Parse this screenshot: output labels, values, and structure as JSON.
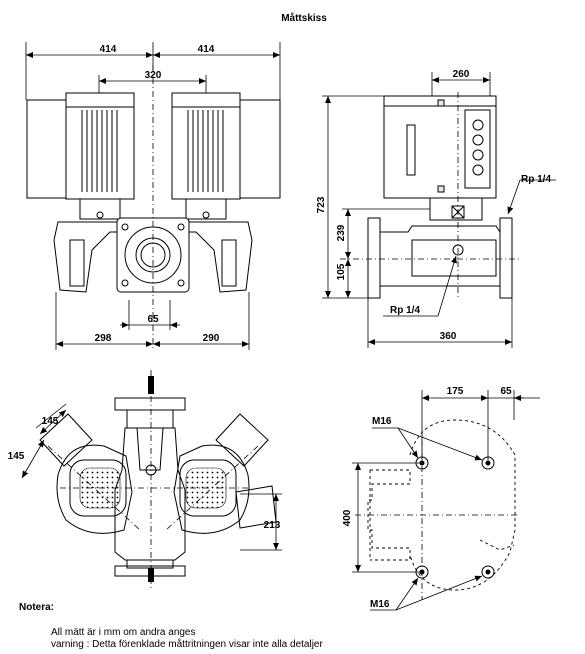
{
  "title": "Måttskiss",
  "front_view": {
    "dim_width_left": "414",
    "dim_width_right": "414",
    "dim_motor_spacing": "320",
    "dim_flange": "65",
    "dim_left": "298",
    "dim_right": "290"
  },
  "side_view": {
    "dim_top": "260",
    "dim_total_height": "723",
    "dim_239": "239",
    "dim_105": "105",
    "dim_width": "360",
    "label_rp_top": "Rp 1/4",
    "label_rp_bottom": "Rp 1/4"
  },
  "top_view": {
    "dim_145_a": "145",
    "dim_145_b": "145",
    "dim_213": "213"
  },
  "base_view": {
    "dim_175": "175",
    "dim_65": "65",
    "dim_400": "400",
    "label_m16_top": "M16",
    "label_m16_bottom": "M16"
  },
  "notes": {
    "heading": "Notera:",
    "line1": "All mätt är i mm om andra anges",
    "line2": "varning : Detta förenklade måttritningen visar inte alla detaljer"
  }
}
